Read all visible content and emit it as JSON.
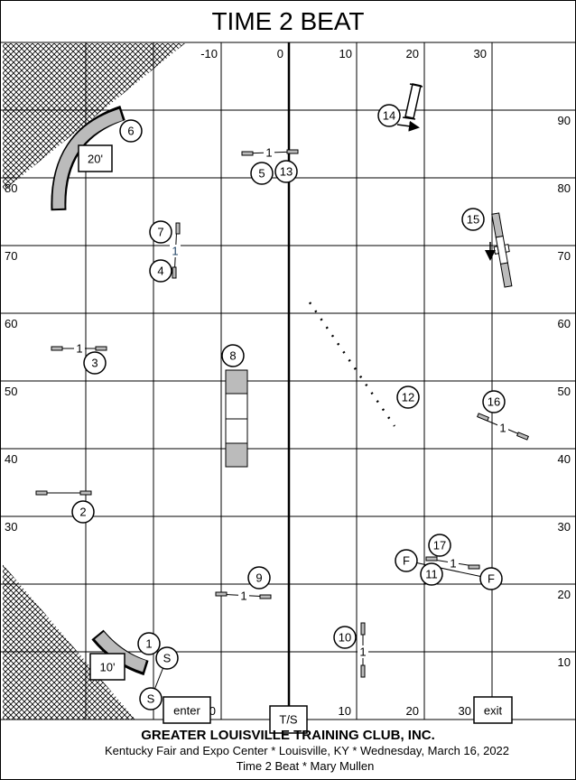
{
  "title": "TIME 2 BEAT",
  "axis": {
    "top": [
      "-10",
      "0",
      "10",
      "20",
      "30"
    ],
    "bottom": [
      "0",
      "10",
      "20",
      "30"
    ],
    "left": [
      "80",
      "70",
      "60",
      "50",
      "40",
      "30"
    ],
    "right": [
      "90",
      "80",
      "70",
      "60",
      "50",
      "40",
      "30",
      "20",
      "10"
    ]
  },
  "obstacles": {
    "numbers": [
      "1",
      "2",
      "3",
      "4",
      "5",
      "6",
      "7",
      "8",
      "9",
      "10",
      "11",
      "12",
      "13",
      "14",
      "15",
      "16",
      "17"
    ],
    "start": "S",
    "finish": "F",
    "jump_height": "1",
    "tunnel_long": "20'",
    "tunnel_short": "10'"
  },
  "markers": {
    "enter": "enter",
    "timer": "T/S",
    "exit": "exit"
  },
  "footer": {
    "club": "GREATER LOUISVILLE TRAINING CLUB, INC.",
    "venue": "Kentucky Fair and Expo Center * Louisville, KY * Wednesday, March 16, 2022",
    "class": "Time 2 Beat * Mary Mullen"
  },
  "colors": {
    "equipment": "#bbbbbb",
    "grid": "#000000"
  }
}
